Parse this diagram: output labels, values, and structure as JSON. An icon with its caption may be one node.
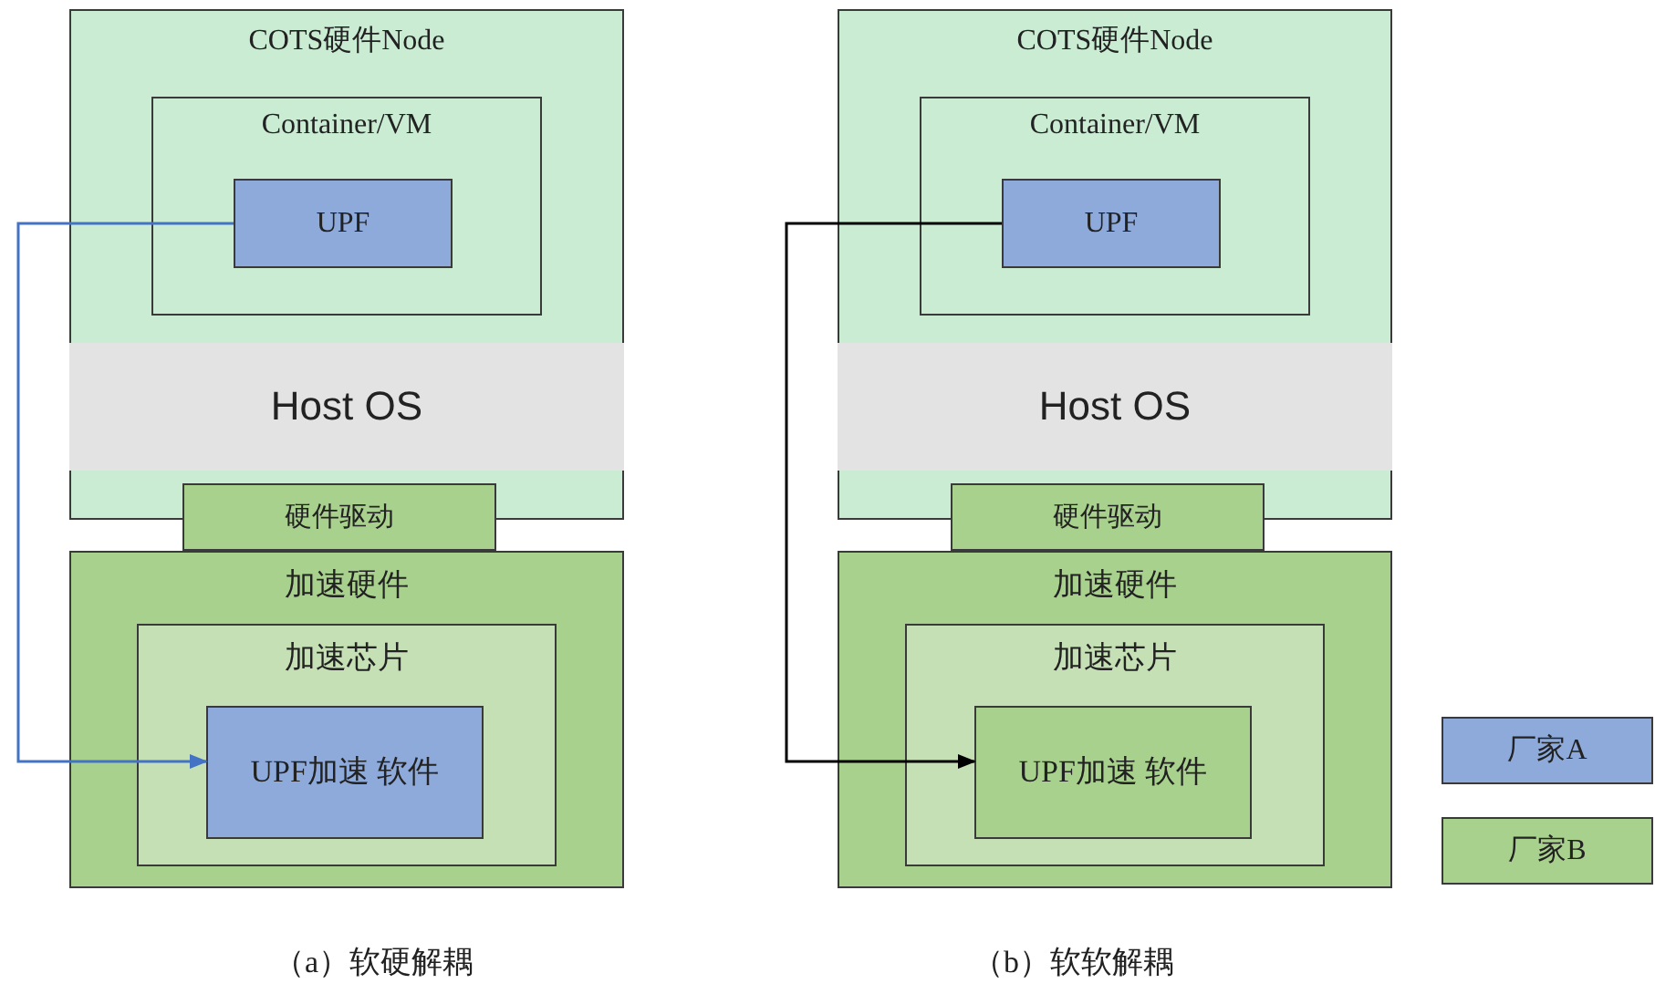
{
  "diagram": {
    "nodes": [
      {
        "text": [
          "COTS硬件Node"
        ]
      },
      {
        "text": [
          "Container/VM"
        ],
        "in": 0
      },
      {
        "text": [
          "UPF"
        ],
        "in": 1
      },
      {
        "text": [
          "Host OS"
        ],
        "in": 0
      },
      {
        "text": [
          "硬件驱动"
        ]
      },
      {
        "text": [
          "加速硬件"
        ]
      },
      {
        "text": [
          "加速芯片"
        ],
        "in": 5
      },
      {
        "text": [
          "UPF加速 软件"
        ],
        "in": 6
      },
      {
        "text": [
          "COTS硬件Node"
        ]
      },
      {
        "text": [
          "Container/VM"
        ],
        "in": 8
      },
      {
        "text": [
          "UPF"
        ],
        "in": 9
      },
      {
        "text": [
          "Host OS"
        ],
        "in": 8
      },
      {
        "text": [
          "硬件驱动"
        ]
      },
      {
        "text": [
          "加速硬件"
        ]
      },
      {
        "text": [
          "加速芯片"
        ],
        "in": 13
      },
      {
        "text": [
          "UPF加速 软件"
        ],
        "in": 14
      }
    ],
    "edges": [
      {
        "from": 2,
        "to": 7,
        "arrow": "to",
        "color": "#4472c4"
      },
      {
        "from": 10,
        "to": 15,
        "arrow": "to",
        "color": "#000000"
      }
    ],
    "labels": [
      "（a）软硬解耦",
      "（b）软软解耦"
    ],
    "legend": [
      {
        "text": "厂家A",
        "color": "#8eaadb"
      },
      {
        "text": "厂家B",
        "color": "#a9d18e"
      }
    ]
  }
}
